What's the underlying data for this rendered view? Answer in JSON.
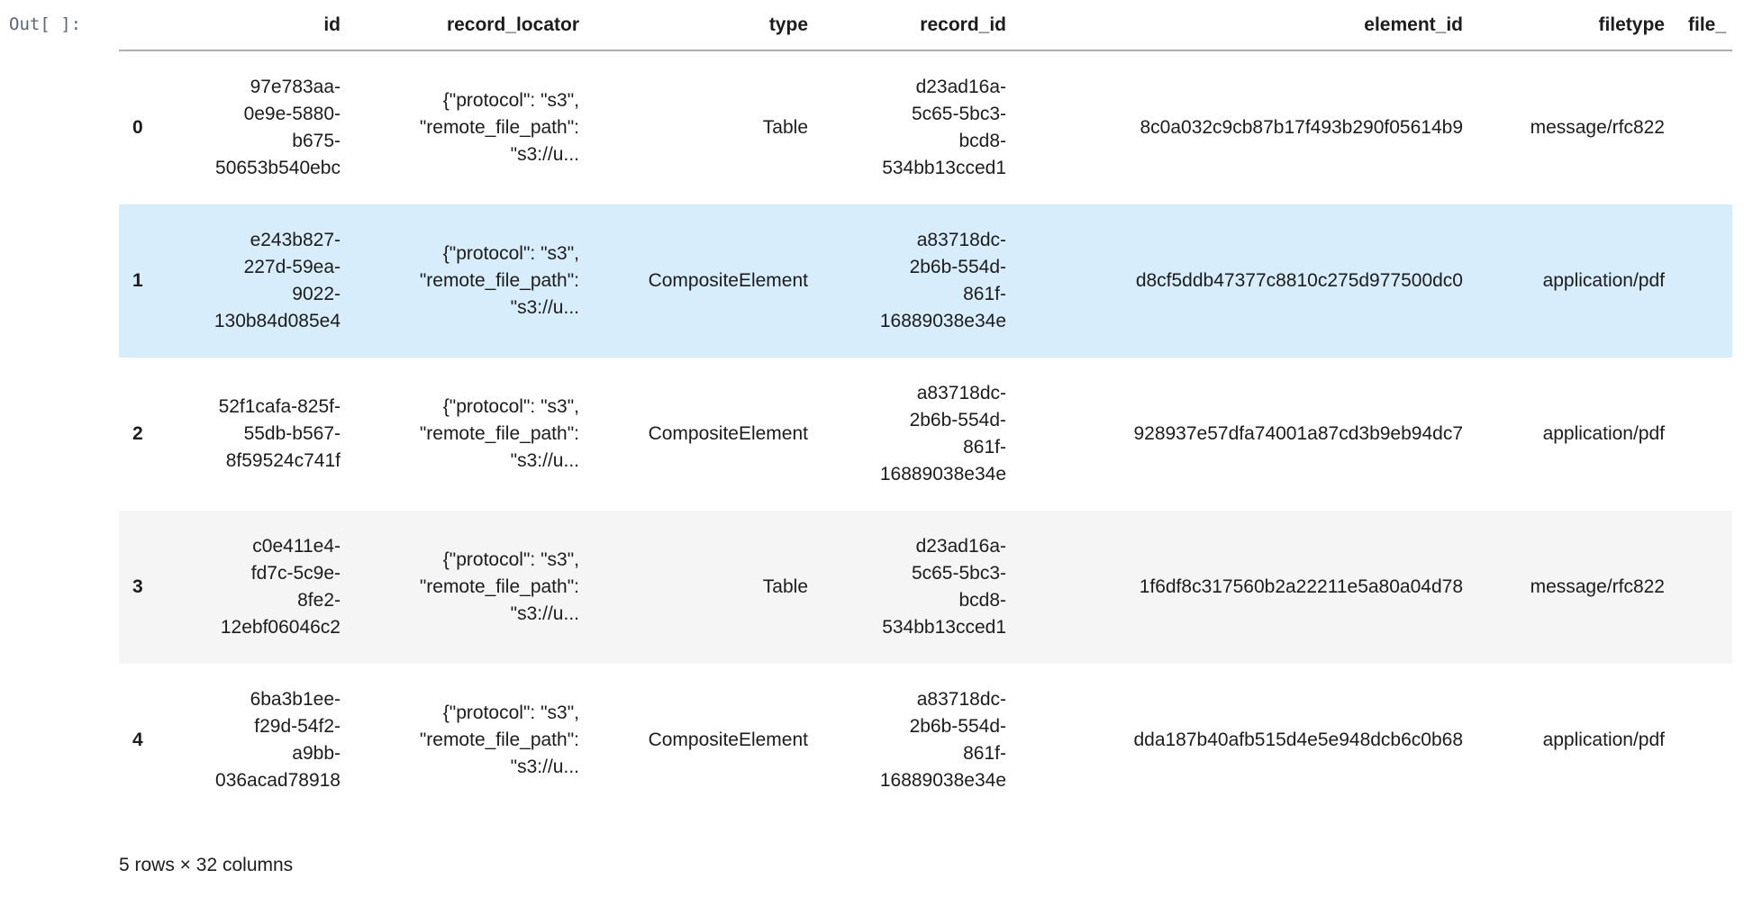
{
  "output": {
    "prompt_label": "Out[ ]:",
    "summary": "5 rows × 32 columns"
  },
  "table": {
    "index_header": "",
    "columns": [
      "id",
      "record_locator",
      "type",
      "record_id",
      "element_id",
      "filetype",
      "file_"
    ],
    "rows": [
      {
        "index": "0",
        "id": "97e783aa-\n0e9e-5880-\nb675-\n50653b540ebc",
        "record_locator": "{\"protocol\": \"s3\",\n\"remote_file_path\":\n\"s3://u...",
        "type": "Table",
        "record_id": "d23ad16a-\n5c65-5bc3-\nbcd8-\n534bb13cced1",
        "element_id": "8c0a032c9cb87b17f493b290f05614b9",
        "filetype": "message/rfc822"
      },
      {
        "index": "1",
        "id": "e243b827-\n227d-59ea-\n9022-\n130b84d085e4",
        "record_locator": "{\"protocol\": \"s3\",\n\"remote_file_path\":\n\"s3://u...",
        "type": "CompositeElement",
        "record_id": "a83718dc-\n2b6b-554d-\n861f-\n16889038e34e",
        "element_id": "d8cf5ddb47377c8810c275d977500dc0",
        "filetype": "application/pdf"
      },
      {
        "index": "2",
        "id": "52f1cafa-825f-\n55db-b567-\n8f59524c741f",
        "record_locator": "{\"protocol\": \"s3\",\n\"remote_file_path\":\n\"s3://u...",
        "type": "CompositeElement",
        "record_id": "a83718dc-\n2b6b-554d-\n861f-\n16889038e34e",
        "element_id": "928937e57dfa74001a87cd3b9eb94dc7",
        "filetype": "application/pdf"
      },
      {
        "index": "3",
        "id": "c0e411e4-\nfd7c-5c9e-\n8fe2-\n12ebf06046c2",
        "record_locator": "{\"protocol\": \"s3\",\n\"remote_file_path\":\n\"s3://u...",
        "type": "Table",
        "record_id": "d23ad16a-\n5c65-5bc3-\nbcd8-\n534bb13cced1",
        "element_id": "1f6df8c317560b2a22211e5a80a04d78",
        "filetype": "message/rfc822"
      },
      {
        "index": "4",
        "id": "6ba3b1ee-\nf29d-54f2-\na9bb-\n036acad78918",
        "record_locator": "{\"protocol\": \"s3\",\n\"remote_file_path\":\n\"s3://u...",
        "type": "CompositeElement",
        "record_id": "a83718dc-\n2b6b-554d-\n861f-\n16889038e34e",
        "element_id": "dda187b40afb515d4e5e948dcb6c0b68",
        "filetype": "application/pdf"
      }
    ],
    "highlighted_row": 1,
    "colors": {
      "row_hover": "#d7edfb",
      "row_stripe": "#f5f5f5",
      "header_rule": "#afafaf",
      "text": "#1c1c1e",
      "prompt_text": "#5a6673"
    }
  }
}
